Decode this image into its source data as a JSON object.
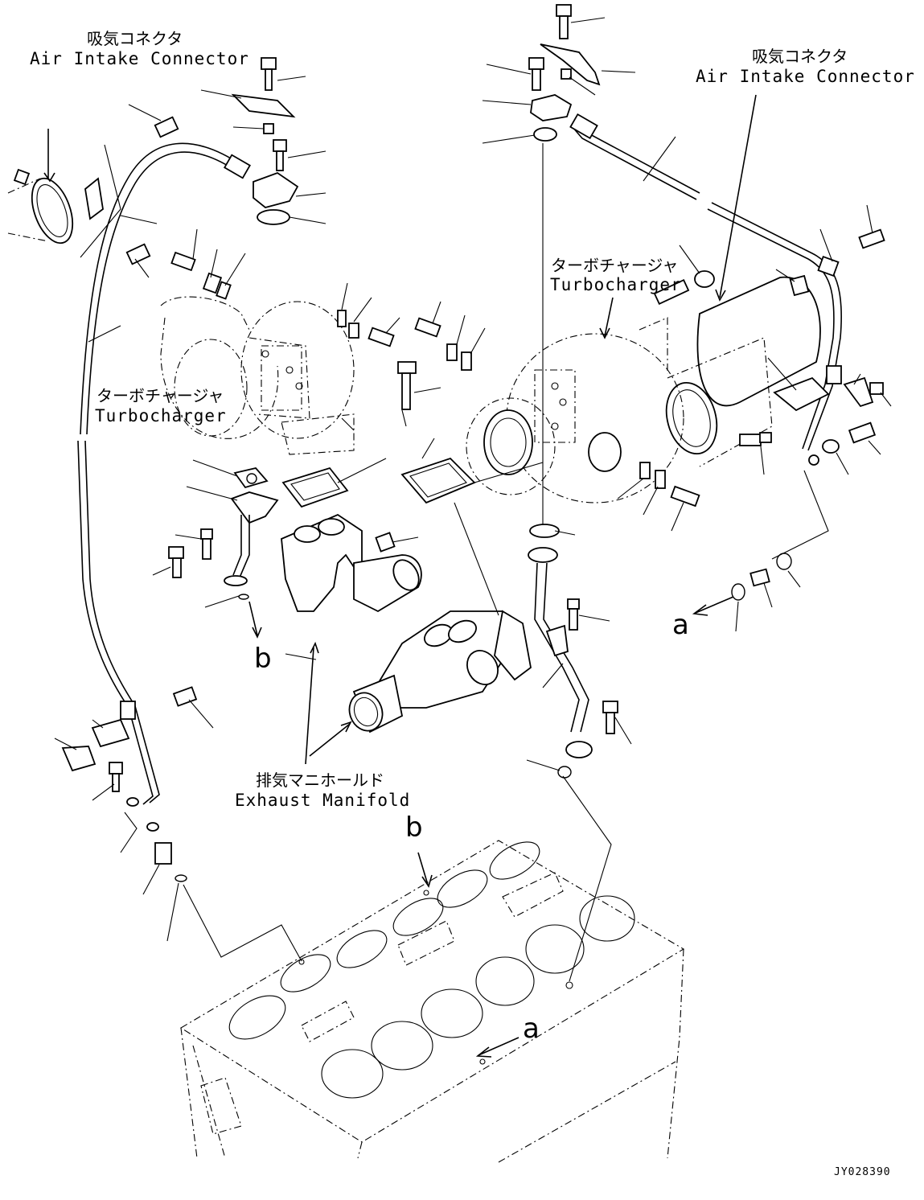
{
  "labels": {
    "air_intake_left_jp": "吸気コネクタ",
    "air_intake_left_en": "Air Intake Connector",
    "air_intake_right_jp": "吸気コネクタ",
    "air_intake_right_en": "Air Intake Connector",
    "turbo_right_jp": "ターボチャージャ",
    "turbo_right_en": "Turbocharger",
    "turbo_left_jp": "ターボチャージャ",
    "turbo_left_en": "Turbocharger",
    "exhaust_jp": "排気マニホールド",
    "exhaust_en": "Exhaust Manifold",
    "ref_a_right": "a",
    "ref_b_left": "b",
    "ref_b_block": "b",
    "ref_a_block": "a",
    "drawing_code": "JY028390"
  }
}
